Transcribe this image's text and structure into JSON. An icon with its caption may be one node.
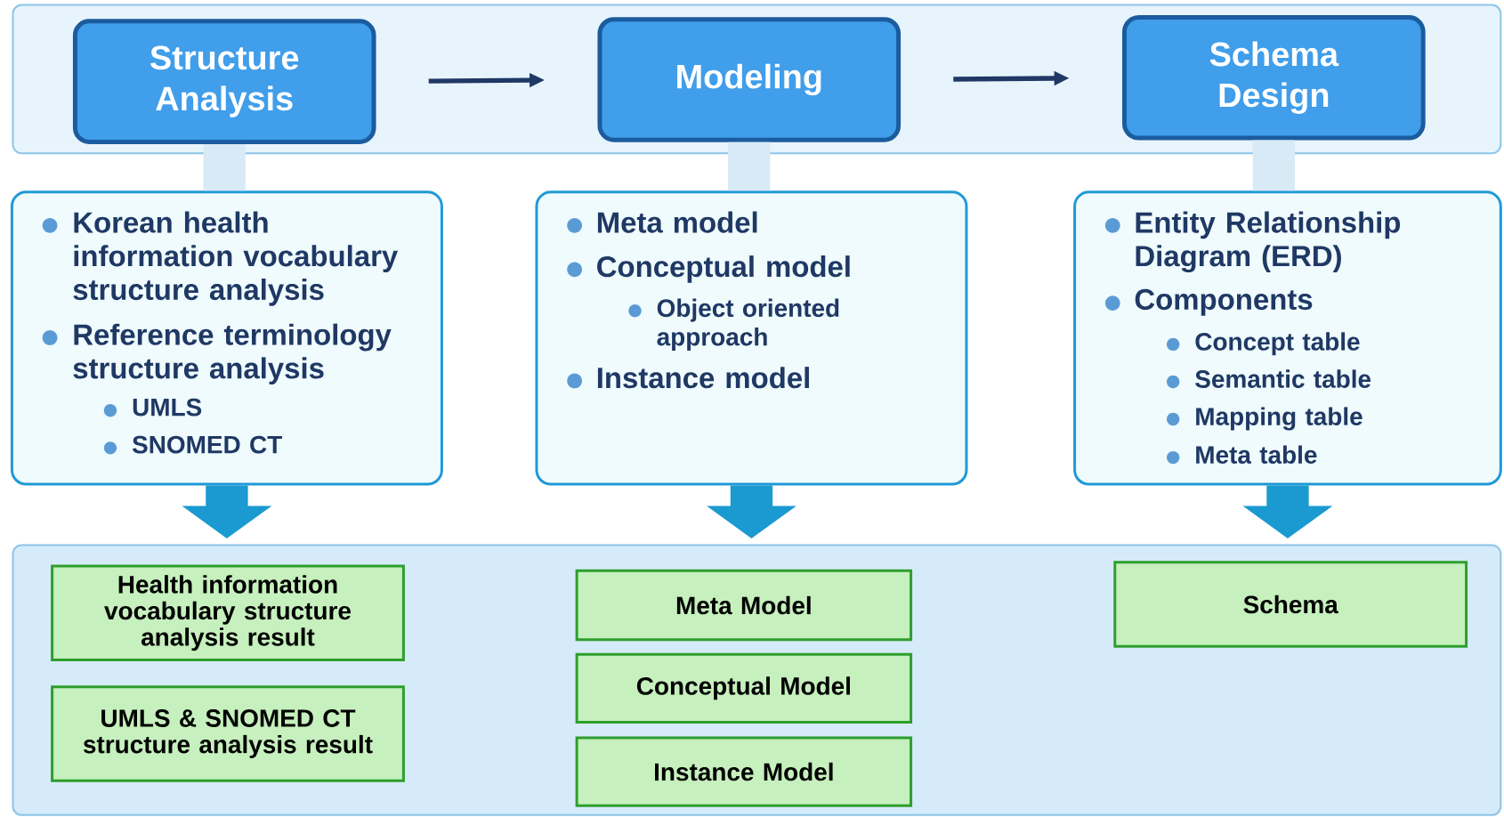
{
  "diagram": {
    "nodes": [
      {
        "text": [],
        "shape": "box"
      },
      {
        "text": [
          "Structure Analysis"
        ],
        "in": 0
      },
      {
        "text": [
          "Modeling"
        ],
        "in": 0
      },
      {
        "text": [
          "Schema Design"
        ],
        "in": 0
      },
      {
        "text": [
          "Korean health information vocabulary structure analysis",
          "Reference terminology structure analysis",
          "UMLS",
          "SNOMED CT"
        ]
      },
      {
        "text": [
          "Meta model",
          "Conceptual model",
          "Object oriented approach",
          "Instance model"
        ]
      },
      {
        "text": [
          "Entity Relationship Diagram (ERD)",
          "Components",
          "Concept table",
          "Semantic table",
          "Mapping table",
          "Meta table"
        ]
      },
      {
        "text": [],
        "shape": "box"
      },
      {
        "text": [
          "Health information vocabulary structure analysis result"
        ],
        "in": 7
      },
      {
        "text": [
          "UMLS & SNOMED CT structure analysis result"
        ],
        "in": 7
      },
      {
        "text": [
          "Meta Model"
        ],
        "in": 7
      },
      {
        "text": [
          "Conceptual Model"
        ],
        "in": 7
      },
      {
        "text": [
          "Instance Model"
        ],
        "in": 7
      },
      {
        "text": [
          "Schema"
        ],
        "in": 7
      }
    ],
    "edges": [
      {
        "from": 1,
        "to": 2,
        "arrow": "to",
        "color": "#1f3864"
      },
      {
        "from": 2,
        "to": 3,
        "arrow": "to",
        "color": "#1f3864"
      },
      {
        "from": 1,
        "to": 4,
        "arrow": "none",
        "color": "#d8eaf6"
      },
      {
        "from": 2,
        "to": 5,
        "arrow": "none",
        "color": "#d8eaf6"
      },
      {
        "from": 3,
        "to": 6,
        "arrow": "none",
        "color": "#d8eaf6"
      },
      {
        "from": 4,
        "to": 7,
        "arrow": "to",
        "color": "#1a9ad0"
      },
      {
        "from": 5,
        "to": 7,
        "arrow": "to",
        "color": "#1a9ad0"
      },
      {
        "from": 6,
        "to": 7,
        "arrow": "to",
        "color": "#1a9ad0"
      }
    ]
  }
}
